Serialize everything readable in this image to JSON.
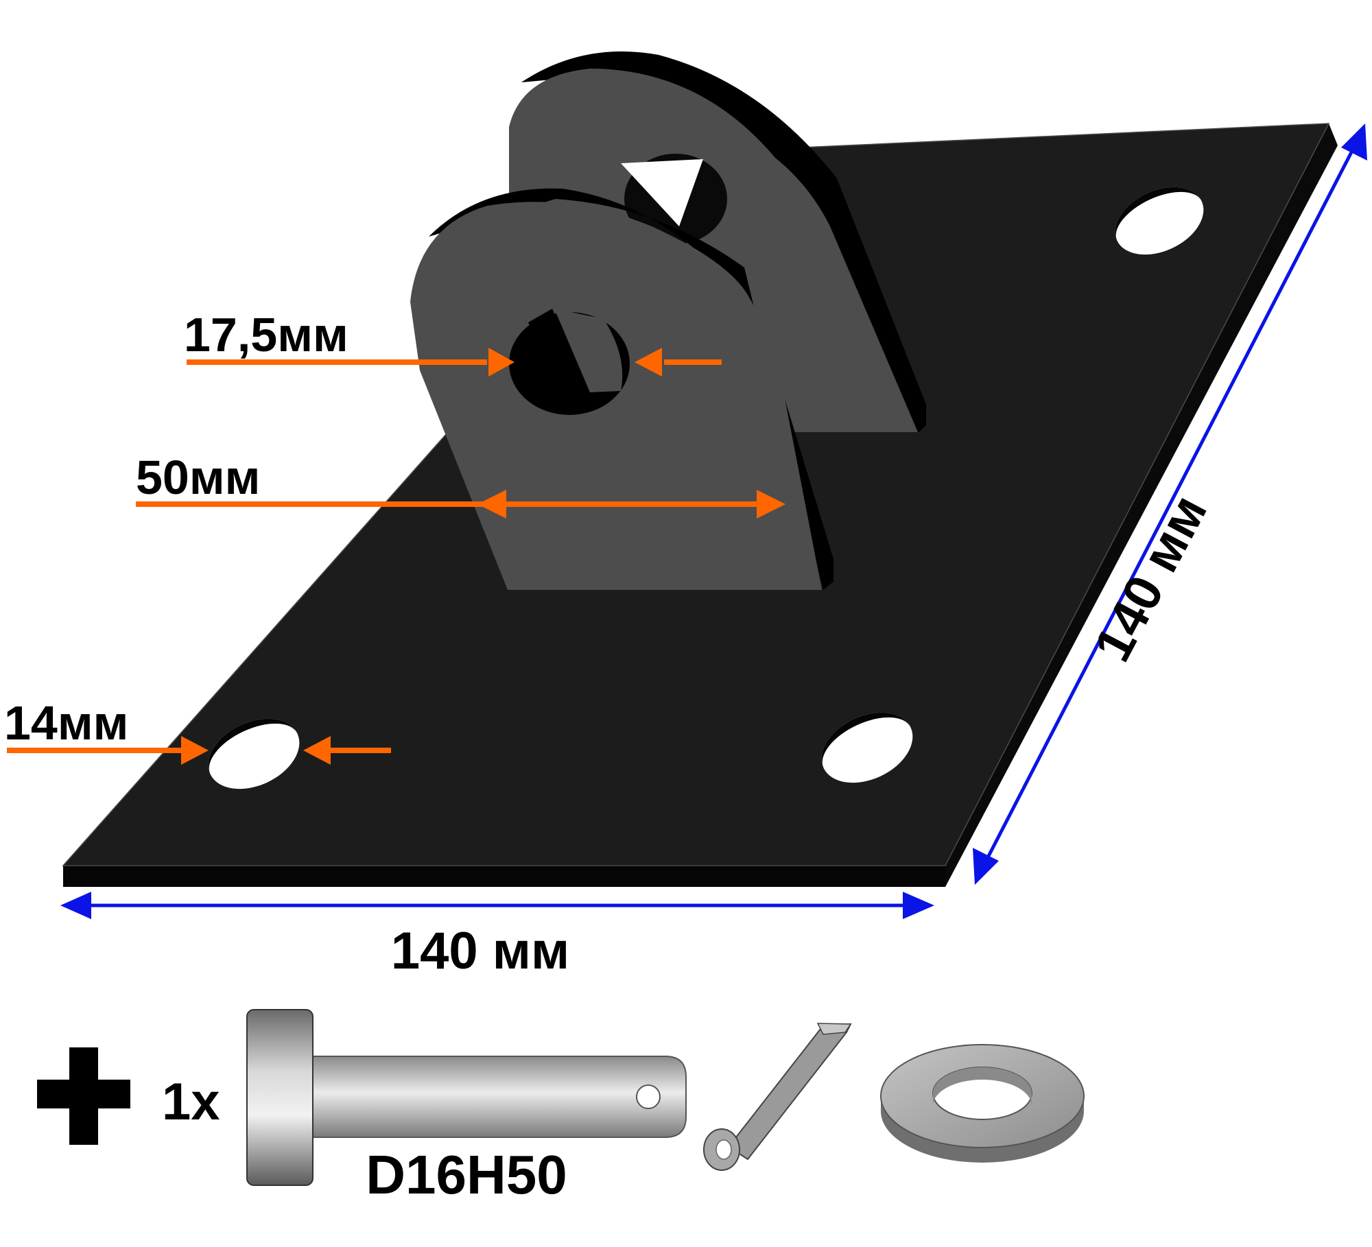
{
  "labels": {
    "hole_lug": "17,5мм",
    "lug_width": "50мм",
    "hole_plate": "14мм",
    "plate_width": "140 мм",
    "plate_depth": "140 мм",
    "quantity": "1х",
    "pin_code": "D16H50"
  },
  "icons": {
    "plus": "plus-icon",
    "pin": "clevis-pin-icon",
    "cotter": "cotter-pin-icon",
    "washer": "washer-icon"
  },
  "colors": {
    "plate": "#1c1c1c",
    "plate_edge": "#050505",
    "lug_face": "#4d4d4d",
    "dim_orange": "#ff6600",
    "dim_blue": "#0a14e6"
  }
}
